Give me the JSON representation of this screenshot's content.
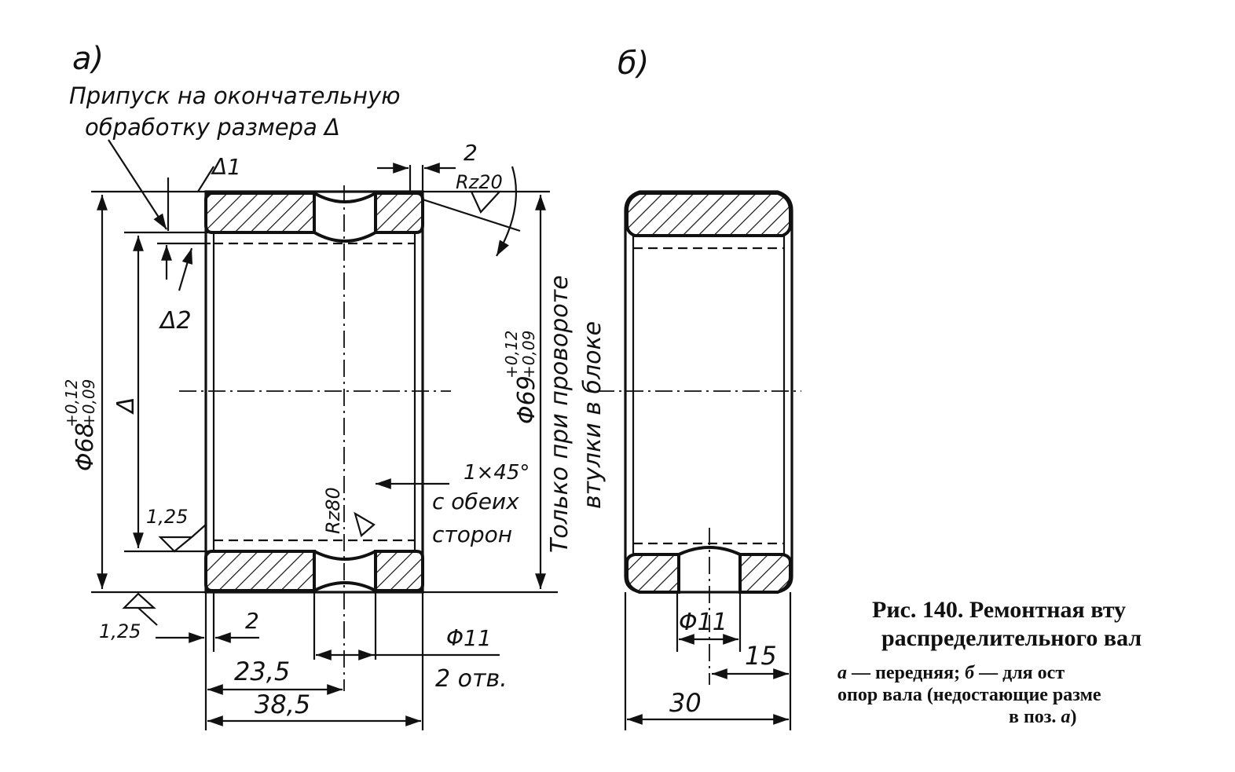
{
  "view_a": {
    "label": "а)",
    "allowance_note_line1": "Припуск на окончательную",
    "allowance_note_line2": "обработку размера Δ",
    "delta1": "Δ1",
    "delta2": "Δ2",
    "delta": "Δ",
    "dim_2_top": "2",
    "rz20": "Rz20",
    "outer_dia": "Φ68",
    "outer_tol_up": "+0,12",
    "outer_tol_low": "+0,09",
    "right_dia": "Φ69",
    "right_tol_up": "+0,12",
    "right_tol_low": "+0,09",
    "right_note_line1": "Только при провороте",
    "right_note_line2": "втулки в блоке",
    "chamfer": "1×45°",
    "chamfer_note1": "с обеих",
    "chamfer_note2": "сторон",
    "rz80": "Rz80",
    "rough_inner": "1,25",
    "rough_outer": "1,25",
    "dim_2_bottom": "2",
    "hole_dia": "Φ11",
    "hole_count": "2 отв.",
    "dim_23_5": "23,5",
    "dim_38_5": "38,5"
  },
  "view_b": {
    "label": "б)",
    "hole_dia": "Φ11",
    "dim_15": "15",
    "dim_30": "30"
  },
  "caption": {
    "title_line1": "Рис. 140. Ремонтная вту",
    "title_line2": "распределительного вал",
    "legend_a": "а",
    "legend_a_text": " — передняя; ",
    "legend_b": "б",
    "legend_b_text": " — для ост",
    "legend_line2": "опор вала (недостающие разме",
    "legend_line3_pre": "в поз. ",
    "legend_line3_ref": "а",
    "legend_line3_post": ")"
  }
}
